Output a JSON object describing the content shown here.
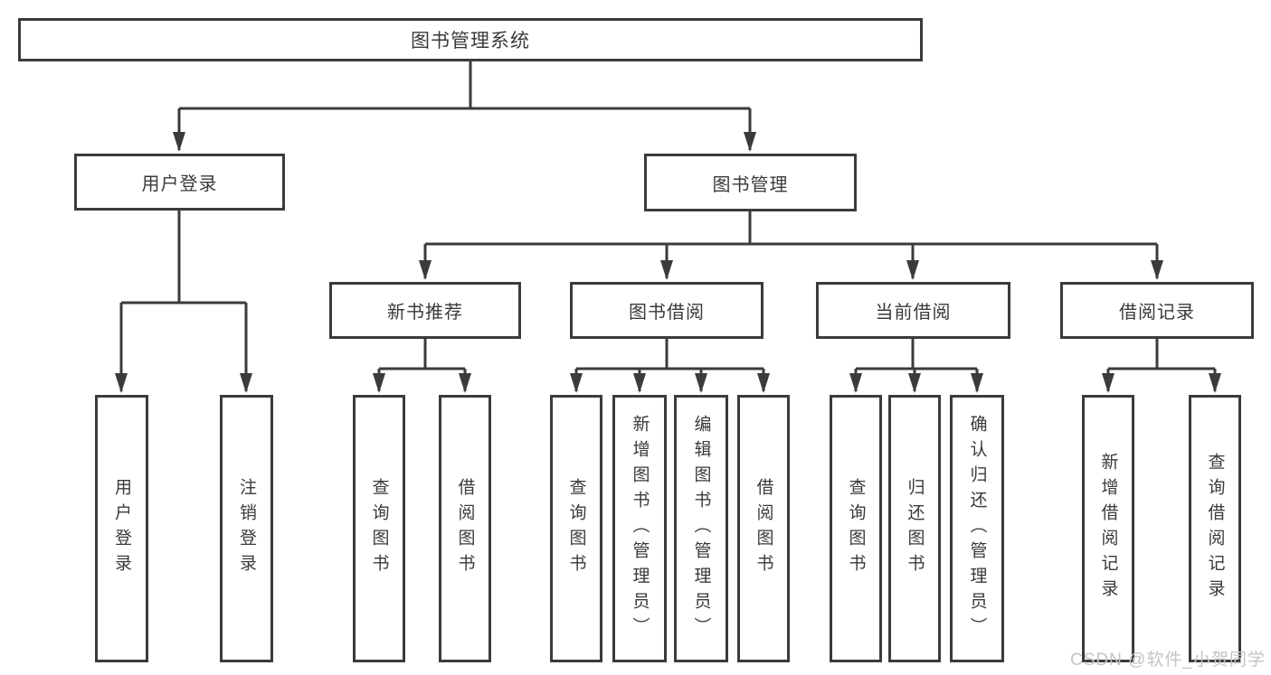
{
  "colors": {
    "stroke": "#3b3b3b",
    "text": "#3a3a3a",
    "watermark": "#c4c4c4",
    "background": "#ffffff"
  },
  "watermark": {
    "text": "CSDN @软件_小贺同学"
  },
  "tree": {
    "label": "图书管理系统",
    "children": [
      {
        "label": "用户登录",
        "children": [
          {
            "label": "用户登录"
          },
          {
            "label": "注销登录"
          }
        ]
      },
      {
        "label": "图书管理",
        "children": [
          {
            "label": "新书推荐",
            "children": [
              {
                "label": "查询图书"
              },
              {
                "label": "借阅图书"
              }
            ]
          },
          {
            "label": "图书借阅",
            "children": [
              {
                "label": "查询图书"
              },
              {
                "label": "新增图书（管理员）"
              },
              {
                "label": "编辑图书（管理员）"
              },
              {
                "label": "借阅图书"
              }
            ]
          },
          {
            "label": "当前借阅",
            "children": [
              {
                "label": "查询图书"
              },
              {
                "label": "归还图书"
              },
              {
                "label": "确认归还（管理员）"
              }
            ]
          },
          {
            "label": "借阅记录",
            "children": [
              {
                "label": "新增借阅记录"
              },
              {
                "label": "查询借阅记录"
              }
            ]
          }
        ]
      }
    ]
  }
}
